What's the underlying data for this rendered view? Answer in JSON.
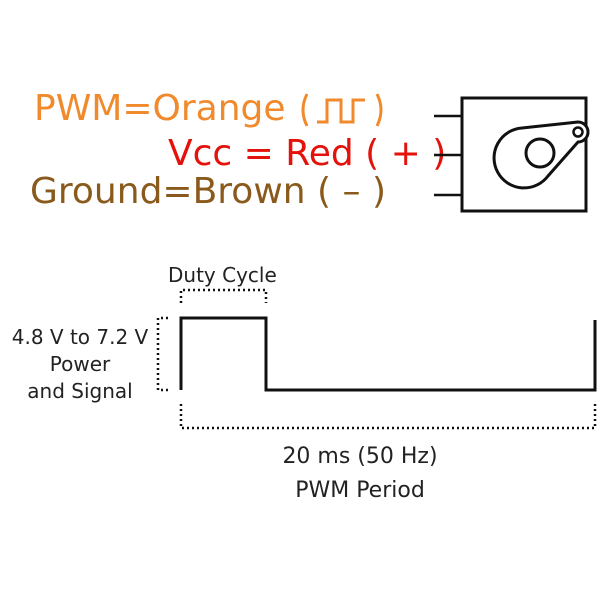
{
  "legend": {
    "pwm": {
      "name": "PWM",
      "eq": "=",
      "color_name": "Orange",
      "color": "#f08a2c"
    },
    "vcc": {
      "name": "Vcc",
      "eq": "=",
      "color_name": "Red",
      "sign": "( + )",
      "color": "#e3120b"
    },
    "ground": {
      "name": "Ground",
      "eq": "=",
      "color_name": "Brown",
      "sign": "( – )",
      "color": "#8a5a1c"
    }
  },
  "signal": {
    "duty_label": "Duty Cycle",
    "voltage_line1": "4.8 V to 7.2 V",
    "voltage_line2": "Power",
    "voltage_line3": "and Signal",
    "period_line1": "20 ms (50 Hz)",
    "period_line2": "PWM Period"
  }
}
